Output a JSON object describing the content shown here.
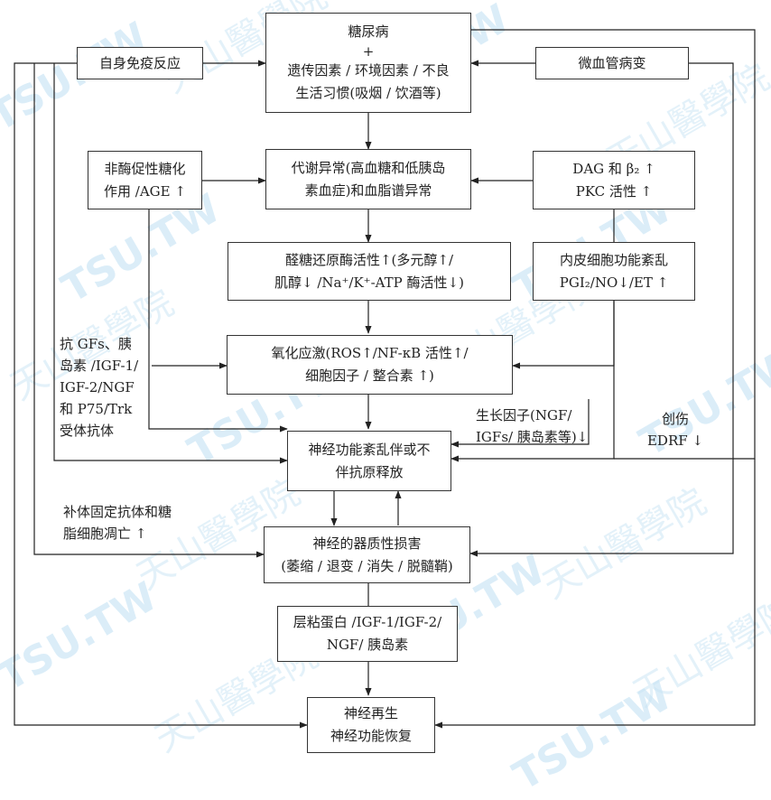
{
  "watermark": {
    "brand": "TSU.TW",
    "cn": "天山醫學院",
    "color": "#bfe0f4"
  },
  "boxes": {
    "diabetes": [
      "糖尿病",
      "+",
      "遗传因素 / 环境因素 / 不良",
      "生活习惯(吸烟 / 饮酒等)"
    ],
    "autoimmune": [
      "自身免疫反应"
    ],
    "microvascular": [
      "微血管病变"
    ],
    "age": [
      "非酶促性糖化",
      "作用 /AGE ↑"
    ],
    "metabolic": [
      "代谢异常(高血糖和低胰岛",
      "素血症)和血脂谱异常"
    ],
    "dag": [
      "DAG 和 β₂ ↑",
      "PKC 活性 ↑"
    ],
    "aldose": [
      "醛糖还原酶活性↑(多元醇↑/",
      "肌醇↓ /Na⁺/K⁺-ATP 酶活性↓)"
    ],
    "endothelial": [
      "内皮细胞功能紊乱",
      "PGI₂/NO↓/ET ↑"
    ],
    "oxidative": [
      "氧化应激(ROS↑/NF-κB 活性↑/",
      "细胞因子 / 整合素 ↑)"
    ],
    "nerve_dysfunction": [
      "神经功能紊乱伴或不",
      "伴抗原释放"
    ],
    "organic_damage": [
      "神经的器质性损害",
      "(萎缩 / 退变 / 消失 / 脱髓鞘)"
    ],
    "laminin": [
      "层粘蛋白 /IGF-1/IGF-2/",
      "NGF/ 胰岛素"
    ],
    "regeneration": [
      "神经再生",
      "神经功能恢复"
    ]
  },
  "labels": {
    "antibodies": [
      "抗 GFs、胰",
      "岛素 /IGF-1/",
      "IGF-2/NGF",
      "和 P75/Trk",
      "受体抗体"
    ],
    "growth_factor": [
      "生长因子(NGF/",
      "IGFs/ 胰岛素等)↓"
    ],
    "trauma": [
      "创伤",
      "EDRF ↓"
    ],
    "complement": [
      "补体固定抗体和糖",
      "脂细胞凋亡 ↑"
    ]
  }
}
